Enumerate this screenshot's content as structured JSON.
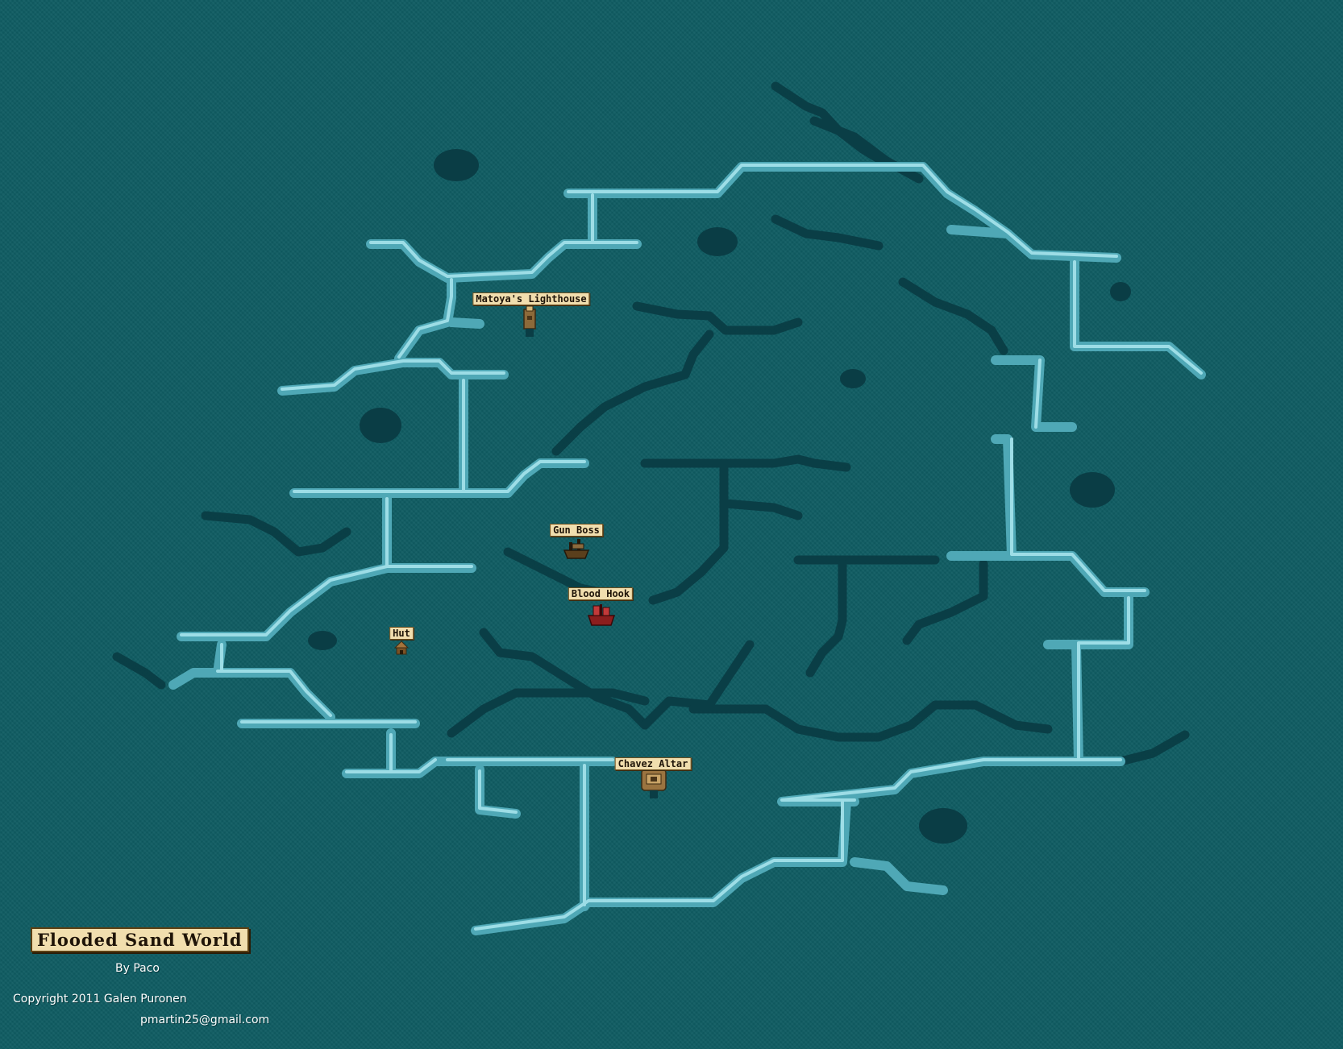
{
  "map": {
    "title": "Flooded Sand World",
    "author": "By Paco",
    "copyright": "Copyright 2011 Galen Puronen",
    "email": "pmartin25@gmail.com"
  },
  "locations": [
    {
      "id": "matoyas-lighthouse",
      "label": "Matoya's Lighthouse",
      "icon": "lighthouse-icon"
    },
    {
      "id": "gun-boss",
      "label": "Gun Boss",
      "icon": "ship-icon"
    },
    {
      "id": "blood-hook",
      "label": "Blood Hook",
      "icon": "red-ship-icon"
    },
    {
      "id": "hut",
      "label": "Hut",
      "icon": "hut-icon"
    },
    {
      "id": "chavez-altar",
      "label": "Chavez Altar",
      "icon": "altar-icon"
    }
  ],
  "colors": {
    "sea": "#0f5c62",
    "reef": "#6cc3d0",
    "reef_highlight": "#bfeef4",
    "deep_trench": "#0a3d45",
    "label_bg": "#f1deae"
  }
}
